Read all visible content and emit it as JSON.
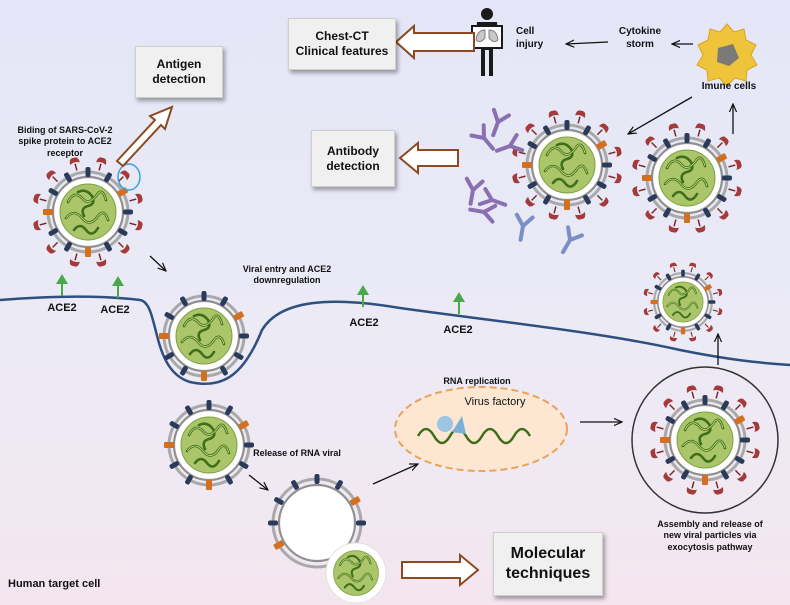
{
  "boxes": {
    "chest_ct": [
      "Chest-CT",
      "Clinical features"
    ],
    "antigen": [
      "Antigen",
      "detection"
    ],
    "antibody": [
      "Antibody",
      "detection"
    ],
    "molecular": [
      "Molecular",
      "techniques"
    ]
  },
  "labels": {
    "cell_injury": [
      "Cell",
      "injury"
    ],
    "cytokine": [
      "Cytokine",
      "storm"
    ],
    "immune_cells": "Imune cells",
    "binding": [
      "Biding of SARS-CoV-2",
      "spike protein to ACE2",
      "receptor"
    ],
    "viral_entry": [
      "Viral entry and ACE2",
      "downregulation"
    ],
    "rna_replication": "RNA replication",
    "virus_factory": "Virus factory",
    "release_rna": "Release of RNA viral",
    "assembly": [
      "Assembly and release of",
      "new viral particles via",
      "exocytosis pathway"
    ],
    "human_cell": "Human target cell",
    "ace2": "ACE2"
  },
  "colors": {
    "membrane": "#2f4f7f",
    "arrow_brown": "#8b4a1f",
    "ace2_green": "#4aa84a",
    "rna_green": "#3f6f1a",
    "spike_red": "#a43a3a",
    "antibody_purple": "#8a70b0",
    "antibody_blue": "#7a8fc8",
    "factory_orange": "#e7a45a",
    "immune_yellow": "#f0c43a"
  },
  "icons": [
    "human-body-icon",
    "immune-cell-icon",
    "antibody-icon",
    "virus-particle-icon"
  ]
}
